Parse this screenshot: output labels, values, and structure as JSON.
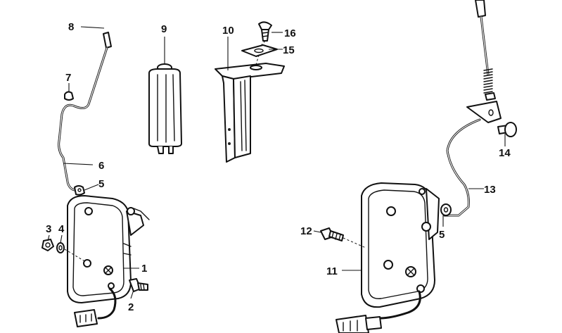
{
  "diagram": {
    "callouts": [
      {
        "id": "c1",
        "text": "1"
      },
      {
        "id": "c2",
        "text": "2"
      },
      {
        "id": "c3",
        "text": "3"
      },
      {
        "id": "c4",
        "text": "4"
      },
      {
        "id": "c5a",
        "text": "5"
      },
      {
        "id": "c5b",
        "text": "5"
      },
      {
        "id": "c6",
        "text": "6"
      },
      {
        "id": "c7",
        "text": "7"
      },
      {
        "id": "c8",
        "text": "8"
      },
      {
        "id": "c9",
        "text": "9"
      },
      {
        "id": "c10",
        "text": "10"
      },
      {
        "id": "c11",
        "text": "11"
      },
      {
        "id": "c12",
        "text": "12"
      },
      {
        "id": "c13",
        "text": "13"
      },
      {
        "id": "c14",
        "text": "14"
      },
      {
        "id": "c15",
        "text": "15"
      },
      {
        "id": "c16",
        "text": "16"
      }
    ]
  }
}
